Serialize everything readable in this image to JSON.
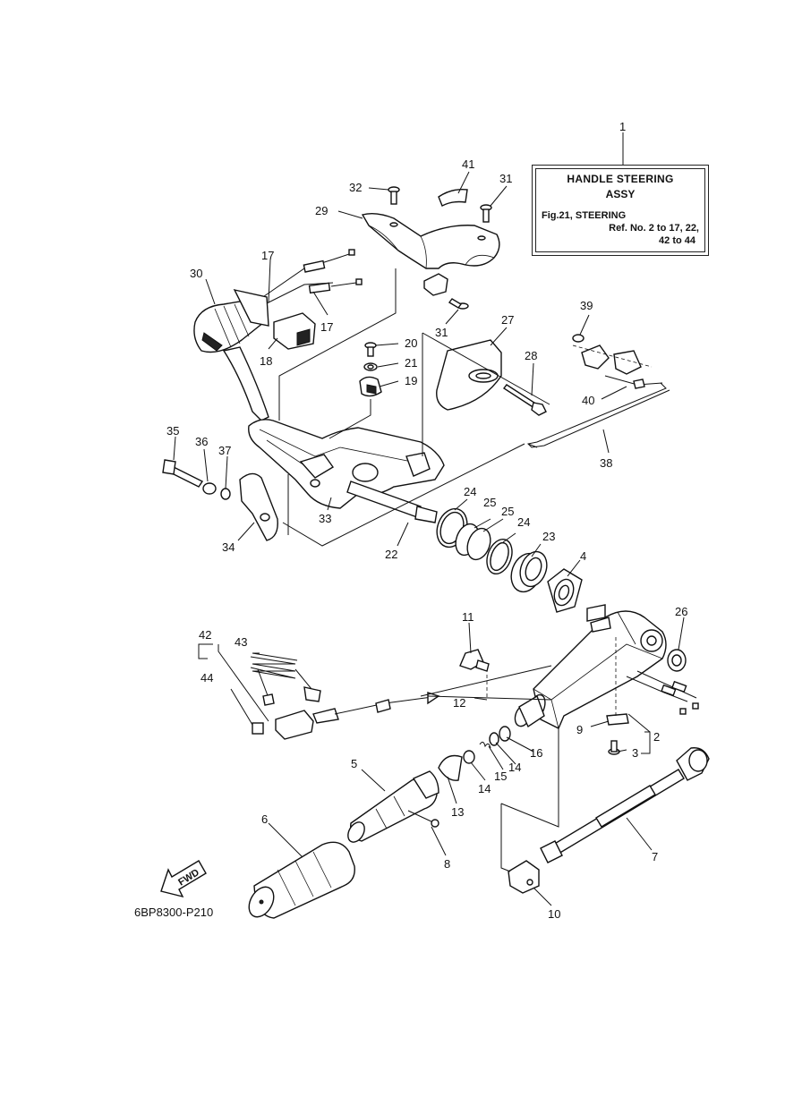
{
  "diagram": {
    "code": "6BP8300-P210",
    "fwd_label": "FWD",
    "reference_box": {
      "title": "HANDLE STEERING",
      "subtitle": "ASSY",
      "figure": "Fig.21, STEERING",
      "ref_line1": "Ref. No. 2 to 17, 22,",
      "ref_line2": "42 to 44"
    },
    "callouts": [
      "1",
      "2",
      "3",
      "4",
      "5",
      "6",
      "7",
      "8",
      "9",
      "10",
      "11",
      "12",
      "13",
      "14",
      "14",
      "15",
      "16",
      "17",
      "17",
      "18",
      "19",
      "20",
      "21",
      "22",
      "23",
      "24",
      "24",
      "25",
      "25",
      "26",
      "27",
      "28",
      "29",
      "30",
      "31",
      "31",
      "32",
      "33",
      "34",
      "35",
      "36",
      "37",
      "38",
      "39",
      "40",
      "41",
      "42",
      "43",
      "44"
    ]
  }
}
